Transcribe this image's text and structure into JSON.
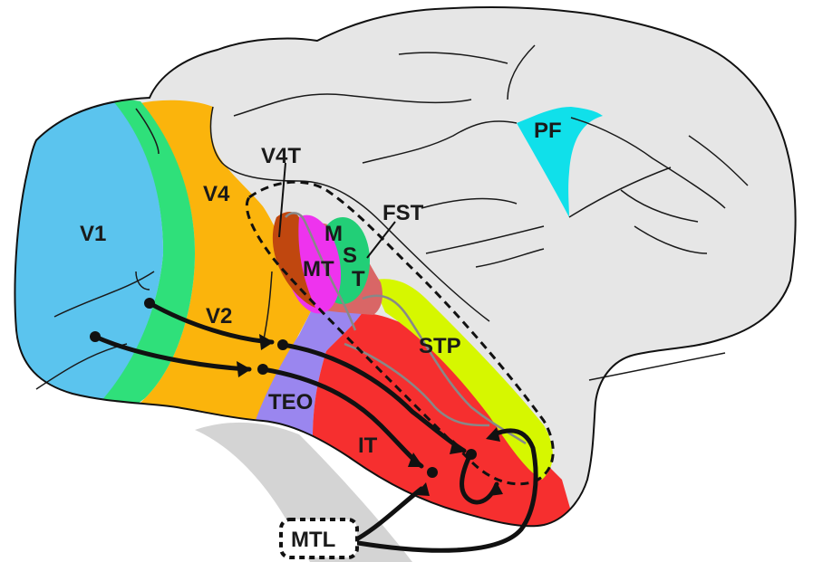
{
  "labels": {
    "v1": "V1",
    "v2": "V2",
    "v4": "V4",
    "v4t": "V4T",
    "mt": "MT",
    "mst_m": "M",
    "mst_s": "S",
    "mst_t": "T",
    "fst": "FST",
    "stp": "STP",
    "teo": "TEO",
    "it": "IT",
    "pf": "PF",
    "mtl": "MTL"
  },
  "colors": {
    "brain": "#e6e6e6",
    "outline": "#1a1a1a",
    "v1": "#5bc4ee",
    "v2": "#2fe07a",
    "v4": "#fbb40c",
    "v4t": "#c0470f",
    "mt": "#ee33ee",
    "mst": "#22cf77",
    "fst": "#d96666",
    "teo": "#9a86ef",
    "it": "#f62f2f",
    "stp": "#d6f700",
    "pf": "#10e0ea",
    "hippocampus_band": "#d4d4d4"
  }
}
